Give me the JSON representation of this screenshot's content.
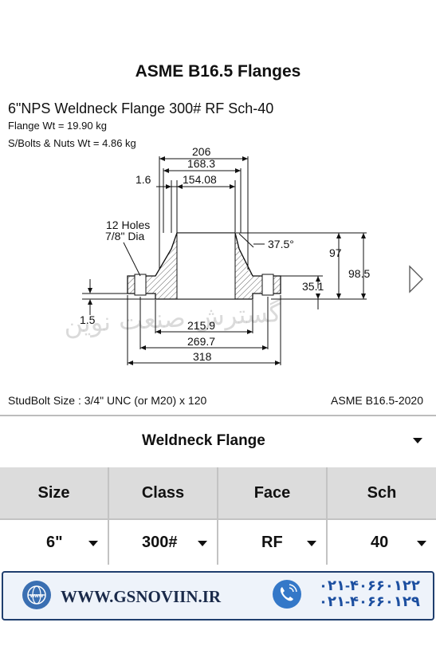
{
  "app": {
    "title": "ASME B16.5 Flanges"
  },
  "flange": {
    "title": "6\"NPS Weldneck Flange 300# RF Sch-40",
    "flange_wt": "Flange Wt = 19.90 kg",
    "bolts_wt": "S/Bolts & Nuts Wt = 4.86 kg"
  },
  "drawing": {
    "dims": {
      "d206": "206",
      "d168": "168.3",
      "d1_6": "1.6",
      "d154": "154.08",
      "holes_1": "12 Holes",
      "holes_2": "7/8\" Dia",
      "angle": "37.5°",
      "d97": "97",
      "d98": "98.5",
      "d35": "35.1",
      "d1_5": "1.5",
      "d215": "215.9",
      "d269": "269.7",
      "d318": "318"
    },
    "watermark": "گسترش صنعت نوین"
  },
  "footer": {
    "studbolt": "StudBolt Size : 3/4\" UNC (or M20) x 120",
    "standard": "ASME B16.5-2020"
  },
  "selector": {
    "label": "Weldneck Flange"
  },
  "table": {
    "headers": [
      "Size",
      "Class",
      "Face",
      "Sch"
    ],
    "values": [
      "6\"",
      "300#",
      "RF",
      "40"
    ]
  },
  "banner": {
    "url": "WWW.GSNOVIIN.IR",
    "phone1": "۰۲۱-۴۰۶۶۰۱۲۲",
    "phone2": "۰۲۱-۴۰۶۶۰۱۲۹"
  },
  "icons": [
    "globe-icon",
    "phone-icon",
    "chevron-right-icon",
    "caret-down-icon"
  ]
}
